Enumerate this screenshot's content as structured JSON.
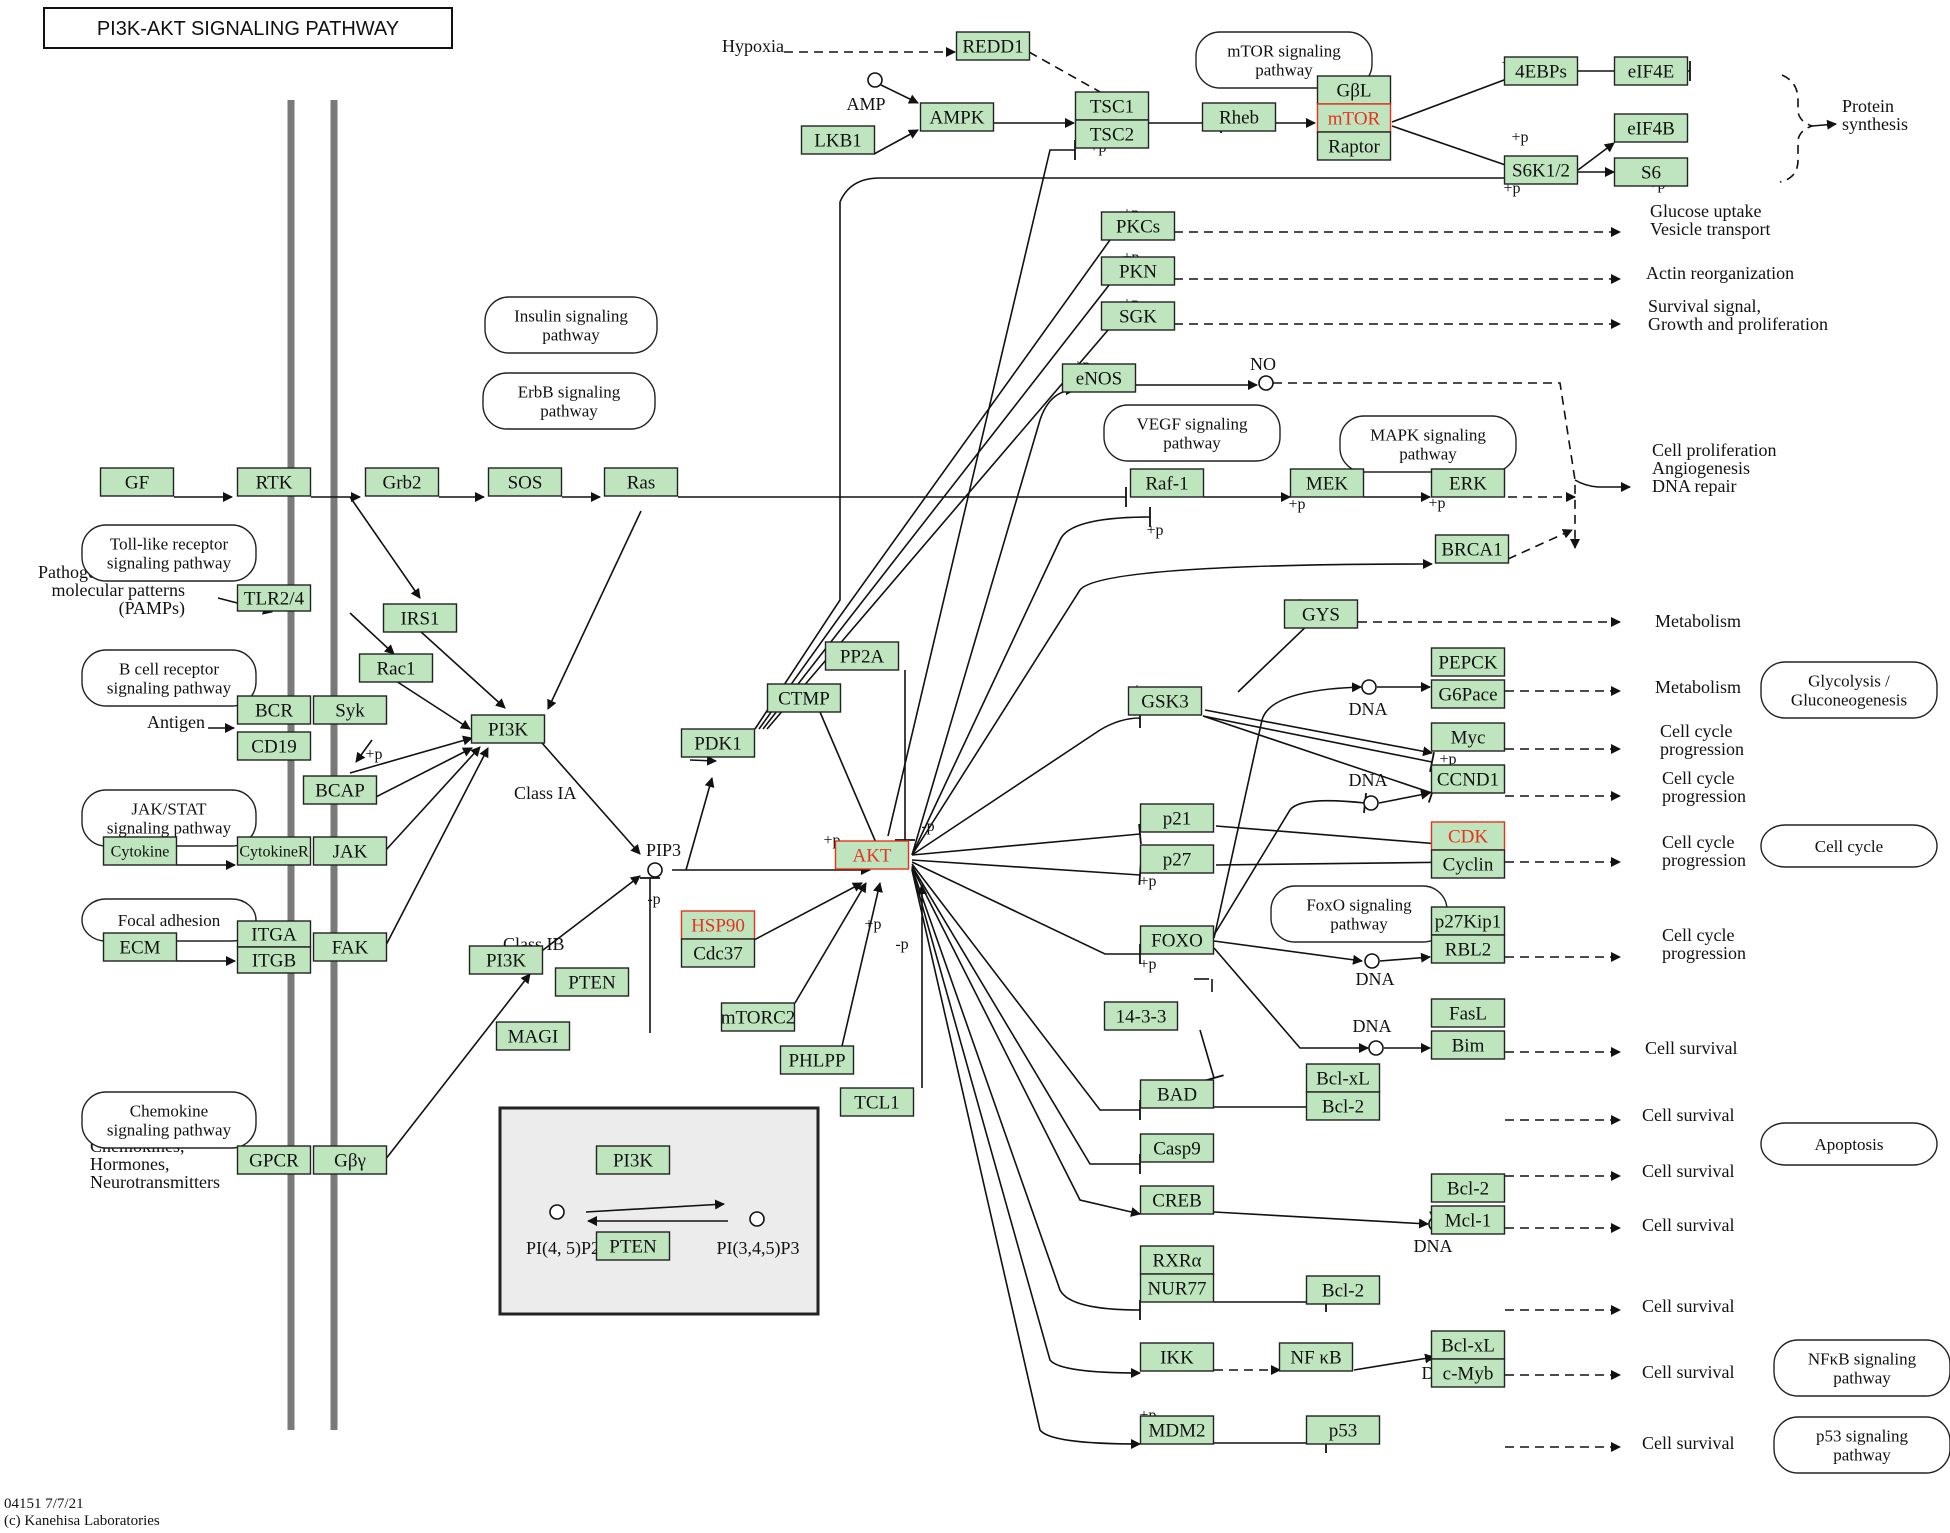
{
  "title": "PI3K-AKT SIGNALING PATHWAY",
  "footer": [
    "04151 7/7/21",
    "(c) Kanehisa Laboratories"
  ],
  "colors": {
    "gene_fill": "#bfe5bf",
    "highlight": "#e8321e",
    "line": "#111111",
    "inset_bg": "#ececec"
  },
  "genes": {
    "GF": "GF",
    "RTK": "RTK",
    "Grb2": "Grb2",
    "SOS": "SOS",
    "Ras": "Ras",
    "TLR": "TLR2/4",
    "IRS1": "IRS1",
    "Rac1": "Rac1",
    "BCR": "BCR",
    "Syk": "Syk",
    "CD19": "CD19",
    "BCAP": "BCAP",
    "PI3K1": "PI3K",
    "CytR": "CytokineR",
    "JAK": "JAK",
    "Cytokine": "Cytokine",
    "ECM": "ECM",
    "ITGA": "ITGA",
    "ITGB": "ITGB",
    "FAK": "FAK",
    "PI3K2": "PI3K",
    "MAGI": "MAGI",
    "PTEN": "PTEN",
    "GPCR": "GPCR",
    "Gby": "Gβγ",
    "PDK1": "PDK1",
    "CTMP": "CTMP",
    "PP2A": "PP2A",
    "AKT": "AKT",
    "HSP90": "HSP90",
    "Cdc37": "Cdc37",
    "mTORC2": "mTORC2",
    "PHLPP": "PHLPP",
    "TCL1": "TCL1",
    "REDD1": "REDD1",
    "AMPK": "AMPK",
    "LKB1": "LKB1",
    "TSC1": "TSC1",
    "TSC2": "TSC2",
    "Rheb": "Rheb",
    "GbL": "GβL",
    "mTOR": "mTOR",
    "Raptor": "Raptor",
    "EBP": "4EBPs",
    "eIF4E": "eIF4E",
    "eIF4B": "eIF4B",
    "S6K": "S6K1/2",
    "S6": "S6",
    "PKCs": "PKCs",
    "PKN": "PKN",
    "SGK": "SGK",
    "eNOS": "eNOS",
    "Raf1": "Raf-1",
    "MEK": "MEK",
    "ERK": "ERK",
    "BRCA1": "BRCA1",
    "GYS": "GYS",
    "GSK3": "GSK3",
    "PEPCK": "PEPCK",
    "G6Pace": "G6Pace",
    "Myc": "Myc",
    "CCND1": "CCND1",
    "p21": "p21",
    "p27": "p27",
    "CDK": "CDK",
    "Cyclin": "Cyclin",
    "FOXO": "FOXO",
    "p27Kip1": "p27Kip1",
    "RBL2": "RBL2",
    "x1433": "14-3-3",
    "FasL": "FasL",
    "Bim": "Bim",
    "BAD": "BAD",
    "BclxL1": "Bcl-xL",
    "Bcl2a": "Bcl-2",
    "Casp9": "Casp9",
    "CREB": "CREB",
    "Bcl2b": "Bcl-2",
    "Mcl1": "Mcl-1",
    "RXRa": "RXRα",
    "NUR77": "NUR77",
    "Bcl2c": "Bcl-2",
    "IKK": "IKK",
    "NFkB": "NF κB",
    "BclxL2": "Bcl-xL",
    "cMyb": "c-Myb",
    "MDM2": "MDM2",
    "p53": "p53",
    "iPI3K": "PI3K",
    "iPTEN": "PTEN"
  },
  "pathways": {
    "insulin": [
      "Insulin signaling",
      "pathway"
    ],
    "erbb": [
      "ErbB signaling",
      "pathway"
    ],
    "tlr": [
      "Toll-like receptor",
      "signaling pathway"
    ],
    "bcell": [
      "B cell receptor",
      "signaling pathway"
    ],
    "jakstat": [
      "JAK/STAT",
      "signaling pathway"
    ],
    "focal": [
      "Focal adhesion"
    ],
    "chemokine": [
      "Chemokine",
      "signaling pathway"
    ],
    "mtor": [
      "mTOR signaling",
      "pathway"
    ],
    "vegf": [
      "VEGF signaling",
      "pathway"
    ],
    "mapk": [
      "MAPK signaling",
      "pathway"
    ],
    "foxo": [
      "FoxO signaling",
      "pathway"
    ],
    "glyco": [
      "Glycolysis /",
      "Gluconeogenesis"
    ],
    "cellcycle": [
      "Cell cycle"
    ],
    "apoptosis": [
      "Apoptosis"
    ],
    "nfkb": [
      "NFκB signaling",
      "pathway"
    ],
    "p53": [
      "p53 signaling",
      "pathway"
    ]
  },
  "labels": {
    "hypoxia": "Hypoxia",
    "amp": "AMP",
    "pamps": [
      "Pathogen-associated",
      "molecular patterns",
      "(PAMPs)"
    ],
    "antigen": "Antigen",
    "chemokines": [
      "Chemokines,",
      "Hormones,",
      "Neurotransmitters"
    ],
    "class1a": "Class IA",
    "class1b": "Class IB",
    "pip3": "PIP3",
    "no": "NO",
    "dna": "DNA",
    "protein": [
      "Protein",
      "synthesis"
    ],
    "glucose": [
      "Glucose uptake",
      "Vesicle transport"
    ],
    "actin": "Actin reorganization",
    "survival_growth": [
      "Survival signal,",
      "Growth and proliferation"
    ],
    "prolif": [
      "Cell proliferation",
      "Angiogenesis",
      "DNA repair"
    ],
    "metabolism": "Metabolism",
    "cellcycle_prog": [
      "Cell cycle",
      "progression"
    ],
    "cell_survival": "Cell survival",
    "pip2_left": "PI(4, 5)P2",
    "pip3_right": "PI(3,4,5)P3",
    "plus_p": "+p",
    "minus_p": "-p"
  }
}
